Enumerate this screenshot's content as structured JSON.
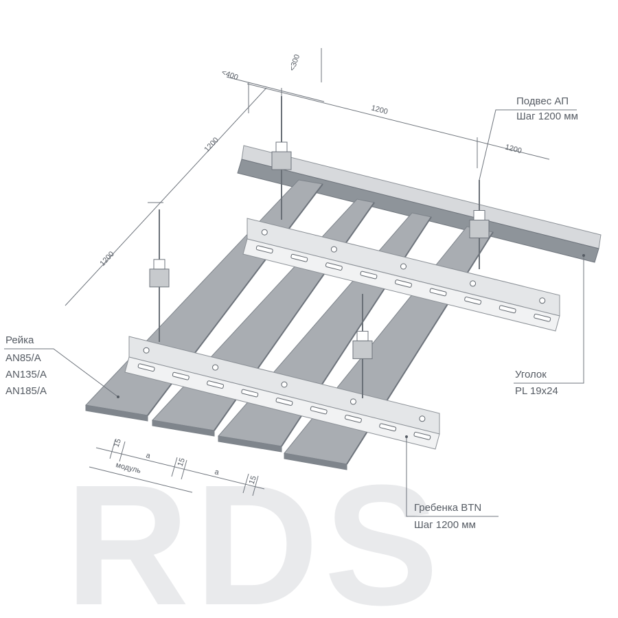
{
  "watermark": "RDS",
  "labels": {
    "podves": [
      "Подвес АП",
      "Шаг 1200 мм"
    ],
    "reyka": [
      "Рейка",
      "AN85/A",
      "AN135/A",
      "AN185/A"
    ],
    "ugolok": [
      "Уголок",
      "PL 19x24"
    ],
    "grebenka": [
      "Гребенка BTN",
      "Шаг 1200 мм"
    ]
  },
  "dimensions": {
    "d400": "<400",
    "d300": "<300",
    "d1200_top": "1200",
    "d1200_right": "1200",
    "d1200_diag_upper": "1200",
    "d1200_diag_lower": "1200",
    "gap1": "15",
    "gap2": "15",
    "gap3": "15",
    "a1": "a",
    "a2": "a",
    "module": "модуль"
  },
  "colors": {
    "panel": "#a9adb2",
    "panel_edge": "#7d838a",
    "carrier": "#e4e6e8",
    "carrier_edge": "#8b9096",
    "rail": "#8e949a",
    "wire": "#6a7077",
    "hanger": "#c7cacd",
    "text": "#555b63",
    "watermark": "#e9eaec"
  }
}
